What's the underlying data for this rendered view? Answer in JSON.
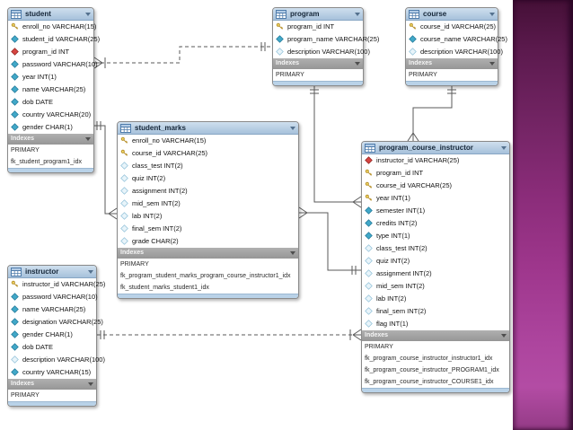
{
  "tables": {
    "student": {
      "title": "student",
      "indexes_label": "Indexes",
      "fields": [
        {
          "icon": "key",
          "text": "enroll_no VARCHAR(15)"
        },
        {
          "icon": "attr",
          "text": "student_id VARCHAR(25)"
        },
        {
          "icon": "fk",
          "text": "program_id INT"
        },
        {
          "icon": "attr",
          "text": "password VARCHAR(10)"
        },
        {
          "icon": "attr",
          "text": "year INT(1)"
        },
        {
          "icon": "attr",
          "text": "name VARCHAR(25)"
        },
        {
          "icon": "attr",
          "text": "dob DATE"
        },
        {
          "icon": "attr",
          "text": "country VARCHAR(20)"
        },
        {
          "icon": "attr",
          "text": "gender CHAR(1)"
        }
      ],
      "indexes": [
        "PRIMARY",
        "fk_student_program1_idx"
      ]
    },
    "program": {
      "title": "program",
      "indexes_label": "Indexes",
      "fields": [
        {
          "icon": "key",
          "text": "program_id INT"
        },
        {
          "icon": "attr",
          "text": "program_name VARCHAR(25)"
        },
        {
          "icon": "attrn",
          "text": "description VARCHAR(100)"
        }
      ],
      "indexes": [
        "PRIMARY"
      ]
    },
    "course": {
      "title": "course",
      "indexes_label": "Indexes",
      "fields": [
        {
          "icon": "key",
          "text": "course_id VARCHAR(25)"
        },
        {
          "icon": "attr",
          "text": "course_name VARCHAR(25)"
        },
        {
          "icon": "attrn",
          "text": "description VARCHAR(100)"
        }
      ],
      "indexes": [
        "PRIMARY"
      ]
    },
    "student_marks": {
      "title": "student_marks",
      "indexes_label": "Indexes",
      "fields": [
        {
          "icon": "key",
          "text": "enroll_no VARCHAR(15)"
        },
        {
          "icon": "key",
          "text": "course_id VARCHAR(25)"
        },
        {
          "icon": "attrn",
          "text": "class_test INT(2)"
        },
        {
          "icon": "attrn",
          "text": "quiz INT(2)"
        },
        {
          "icon": "attrn",
          "text": "assignment INT(2)"
        },
        {
          "icon": "attrn",
          "text": "mid_sem INT(2)"
        },
        {
          "icon": "attrn",
          "text": "lab INT(2)"
        },
        {
          "icon": "attrn",
          "text": "final_sem INT(2)"
        },
        {
          "icon": "attrn",
          "text": "grade CHAR(2)"
        }
      ],
      "indexes": [
        "PRIMARY",
        "fk_program_student_marks_program_course_instructor1_idx",
        "fk_student_marks_student1_idx"
      ]
    },
    "instructor": {
      "title": "instructor",
      "indexes_label": "Indexes",
      "fields": [
        {
          "icon": "key",
          "text": "instructor_id VARCHAR(25)"
        },
        {
          "icon": "attr",
          "text": "password VARCHAR(10)"
        },
        {
          "icon": "attr",
          "text": "name VARCHAR(25)"
        },
        {
          "icon": "attr",
          "text": "designation VARCHAR(25)"
        },
        {
          "icon": "attr",
          "text": "gender CHAR(1)"
        },
        {
          "icon": "attr",
          "text": "dob DATE"
        },
        {
          "icon": "attrn",
          "text": "description VARCHAR(100)"
        },
        {
          "icon": "attr",
          "text": "country VARCHAR(15)"
        }
      ],
      "indexes": [
        "PRIMARY"
      ]
    },
    "program_course_instructor": {
      "title": "program_course_instructor",
      "indexes_label": "Indexes",
      "fields": [
        {
          "icon": "fk",
          "text": "instructor_id VARCHAR(25)"
        },
        {
          "icon": "key",
          "text": "program_id INT"
        },
        {
          "icon": "key",
          "text": "course_id VARCHAR(25)"
        },
        {
          "icon": "key",
          "text": "year INT(1)"
        },
        {
          "icon": "attr",
          "text": "semester INT(1)"
        },
        {
          "icon": "attr",
          "text": "credits INT(2)"
        },
        {
          "icon": "attr",
          "text": "type INT(1)"
        },
        {
          "icon": "attrn",
          "text": "class_test INT(2)"
        },
        {
          "icon": "attrn",
          "text": "quiz INT(2)"
        },
        {
          "icon": "attrn",
          "text": "assignment INT(2)"
        },
        {
          "icon": "attrn",
          "text": "mid_sem INT(2)"
        },
        {
          "icon": "attrn",
          "text": "lab INT(2)"
        },
        {
          "icon": "attrn",
          "text": "final_sem INT(2)"
        },
        {
          "icon": "attrn",
          "text": "flag INT(1)"
        }
      ],
      "indexes": [
        "PRIMARY",
        "fk_program_course_instructor_instructor1_idx",
        "fk_program_course_instructor_PROGRAM1_idx",
        "fk_program_course_instructor_COURSE1_idx"
      ]
    }
  },
  "relationships": [
    {
      "from": "student",
      "to": "program",
      "type": "non-identifying, many-to-one"
    },
    {
      "from": "student_marks",
      "to": "student",
      "type": "identifying, many-to-one"
    },
    {
      "from": "program_course_instructor",
      "to": "program",
      "type": "identifying, many-to-one"
    },
    {
      "from": "program_course_instructor",
      "to": "course",
      "type": "identifying, many-to-one"
    },
    {
      "from": "student_marks",
      "to": "program_course_instructor",
      "type": "identifying, many-to-one"
    },
    {
      "from": "program_course_instructor",
      "to": "instructor",
      "type": "non-identifying, many-to-one"
    }
  ]
}
